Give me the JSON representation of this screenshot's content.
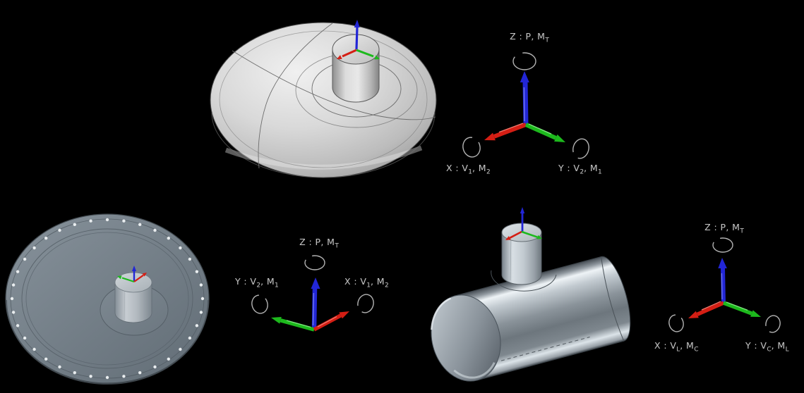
{
  "figure": {
    "background": "#000000",
    "description": "nozzle load orientation figure: three vessel components with local axis triads and load diagrams"
  },
  "colors": {
    "axis_x": "#d41e14",
    "axis_y": "#1db91d",
    "axis_z": "#2226d6",
    "label_text": "#c6c6c6",
    "loop_stroke": "#b3b3b3",
    "head_steel": "#d8d8d8",
    "flange_steel": "#77828b",
    "pipe_steel": "#8a939a"
  },
  "punct": {
    "colon": " : ",
    "comma": ", "
  },
  "models": [
    {
      "id": "dished-head",
      "desc": "dished head with central nozzle and rgb axis triad"
    },
    {
      "id": "bolted-flange",
      "desc": "bolted flat cover with central nozzle and rgb axis triad",
      "bolt_hole_count": 36
    },
    {
      "id": "cylindrical-shell",
      "desc": "horizontal cylindrical shell with radial nozzle and rgb axis triad"
    }
  ],
  "diagrams": [
    {
      "id": "head-load-triad",
      "top": {
        "axis": "Z",
        "v": "P",
        "vsub": "",
        "m": "M",
        "msub": "T"
      },
      "left": {
        "axis": "X",
        "v": "V",
        "vsub": "1",
        "m": "M",
        "msub": "2"
      },
      "right": {
        "axis": "Y",
        "v": "V",
        "vsub": "2",
        "m": "M",
        "msub": "1"
      }
    },
    {
      "id": "flat-cover-load-triad",
      "top": {
        "axis": "Z",
        "v": "P",
        "vsub": "",
        "m": "M",
        "msub": "T"
      },
      "left": {
        "axis": "Y",
        "v": "V",
        "vsub": "2",
        "m": "M",
        "msub": "1"
      },
      "right": {
        "axis": "X",
        "v": "V",
        "vsub": "1",
        "m": "M",
        "msub": "2"
      }
    },
    {
      "id": "cylinder-load-triad",
      "top": {
        "axis": "Z",
        "v": "P",
        "vsub": "",
        "m": "M",
        "msub": "T"
      },
      "left": {
        "axis": "X",
        "v": "V",
        "vsub": "L",
        "m": "M",
        "msub": "C"
      },
      "right": {
        "axis": "Y",
        "v": "V",
        "vsub": "C",
        "m": "M",
        "msub": "L"
      }
    }
  ]
}
